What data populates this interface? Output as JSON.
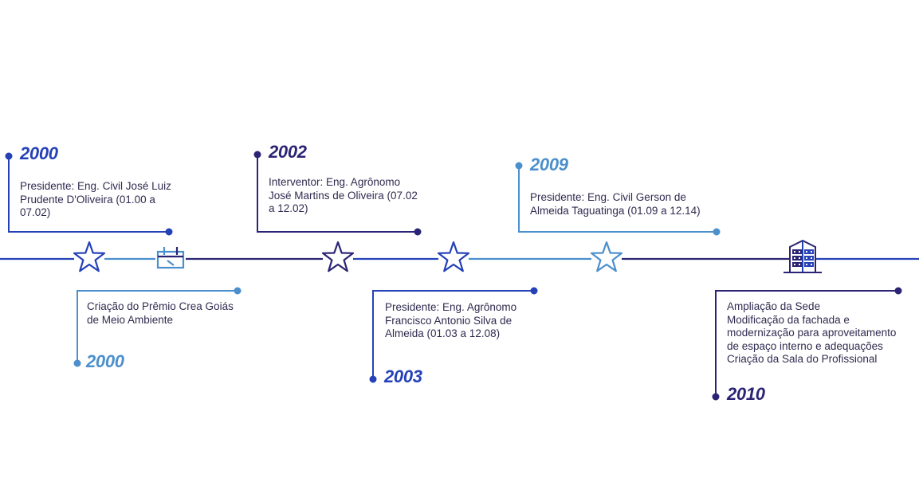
{
  "colors": {
    "royal": "#2541b8",
    "navy": "#2b2474",
    "sky": "#4b8fcc",
    "text": "#2f2b4f"
  },
  "icons": {
    "milestone": "star-icon",
    "calendar": "calendar-icon",
    "building": "building-icon"
  },
  "events": [
    {
      "year": "2000",
      "text": "Presidente: Eng. Civil José Luiz\nPrudente D'Oliveira (01.00 a\n07.02)"
    },
    {
      "year": "2000",
      "text": "Criação do Prêmio Crea Goiás\nde Meio Ambiente"
    },
    {
      "year": "2002",
      "text": "Interventor: Eng. Agrônomo\nJosé Martins de Oliveira (07.02\na 12.02)"
    },
    {
      "year": "2003",
      "text": "Presidente: Eng. Agrônomo\nFrancisco Antonio Silva de\nAlmeida (01.03 a 12.08)"
    },
    {
      "year": "2009",
      "text": "Presidente: Eng. Civil Gerson de\nAlmeida Taguatinga (01.09 a 12.14)"
    },
    {
      "year": "2010",
      "text": "Ampliação da Sede\nModificação da fachada e\nmodernização para aproveitamento\nde espaço interno e adequações\nCriação da Sala do Profissional"
    }
  ]
}
